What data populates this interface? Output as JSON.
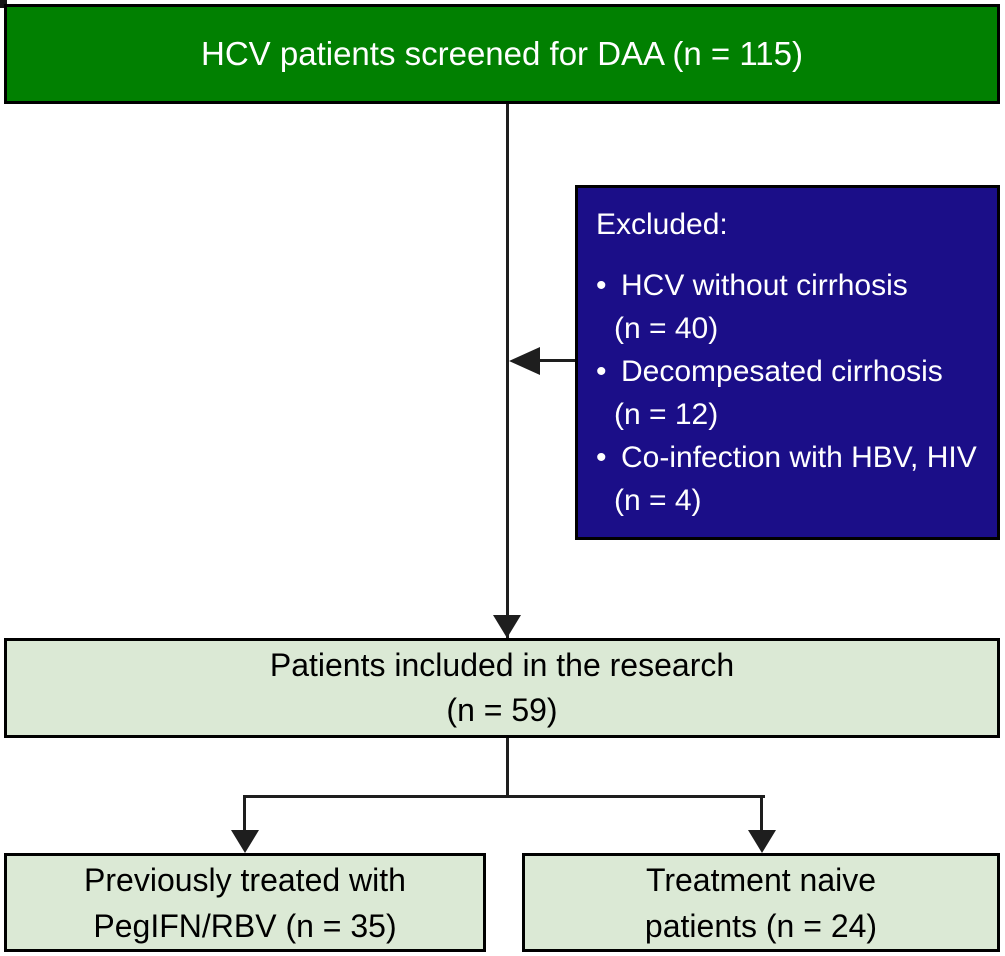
{
  "flowchart": {
    "screened_box": {
      "label": "HCV patients screened for DAA (n = 115)"
    },
    "excluded_box": {
      "heading": "Excluded:",
      "bullet": "•",
      "items": [
        {
          "label": "HCV without cirrhosis",
          "count": "(n = 40)"
        },
        {
          "label": "Decompesated cirrhosis",
          "count": "(n = 12)"
        },
        {
          "label": "Co-infection with HBV, HIV",
          "count": "(n = 4)"
        }
      ]
    },
    "included_box": {
      "line1": "Patients included in the research",
      "line2": "(n = 59)"
    },
    "previously_treated_box": {
      "line1": "Previously treated with",
      "line2": "PegIFN/RBV (n = 35)"
    },
    "treatment_naive_box": {
      "line1": "Treatment naive",
      "line2": "patients (n = 24)"
    },
    "colors": {
      "screened_bg": "#018001",
      "excluded_bg": "#1b0e88",
      "light_bg": "#dbe9d5",
      "line": "#1e1e1e",
      "border": "#000000",
      "text_on_dark": "#ffffff",
      "text_on_light": "#000000"
    }
  }
}
